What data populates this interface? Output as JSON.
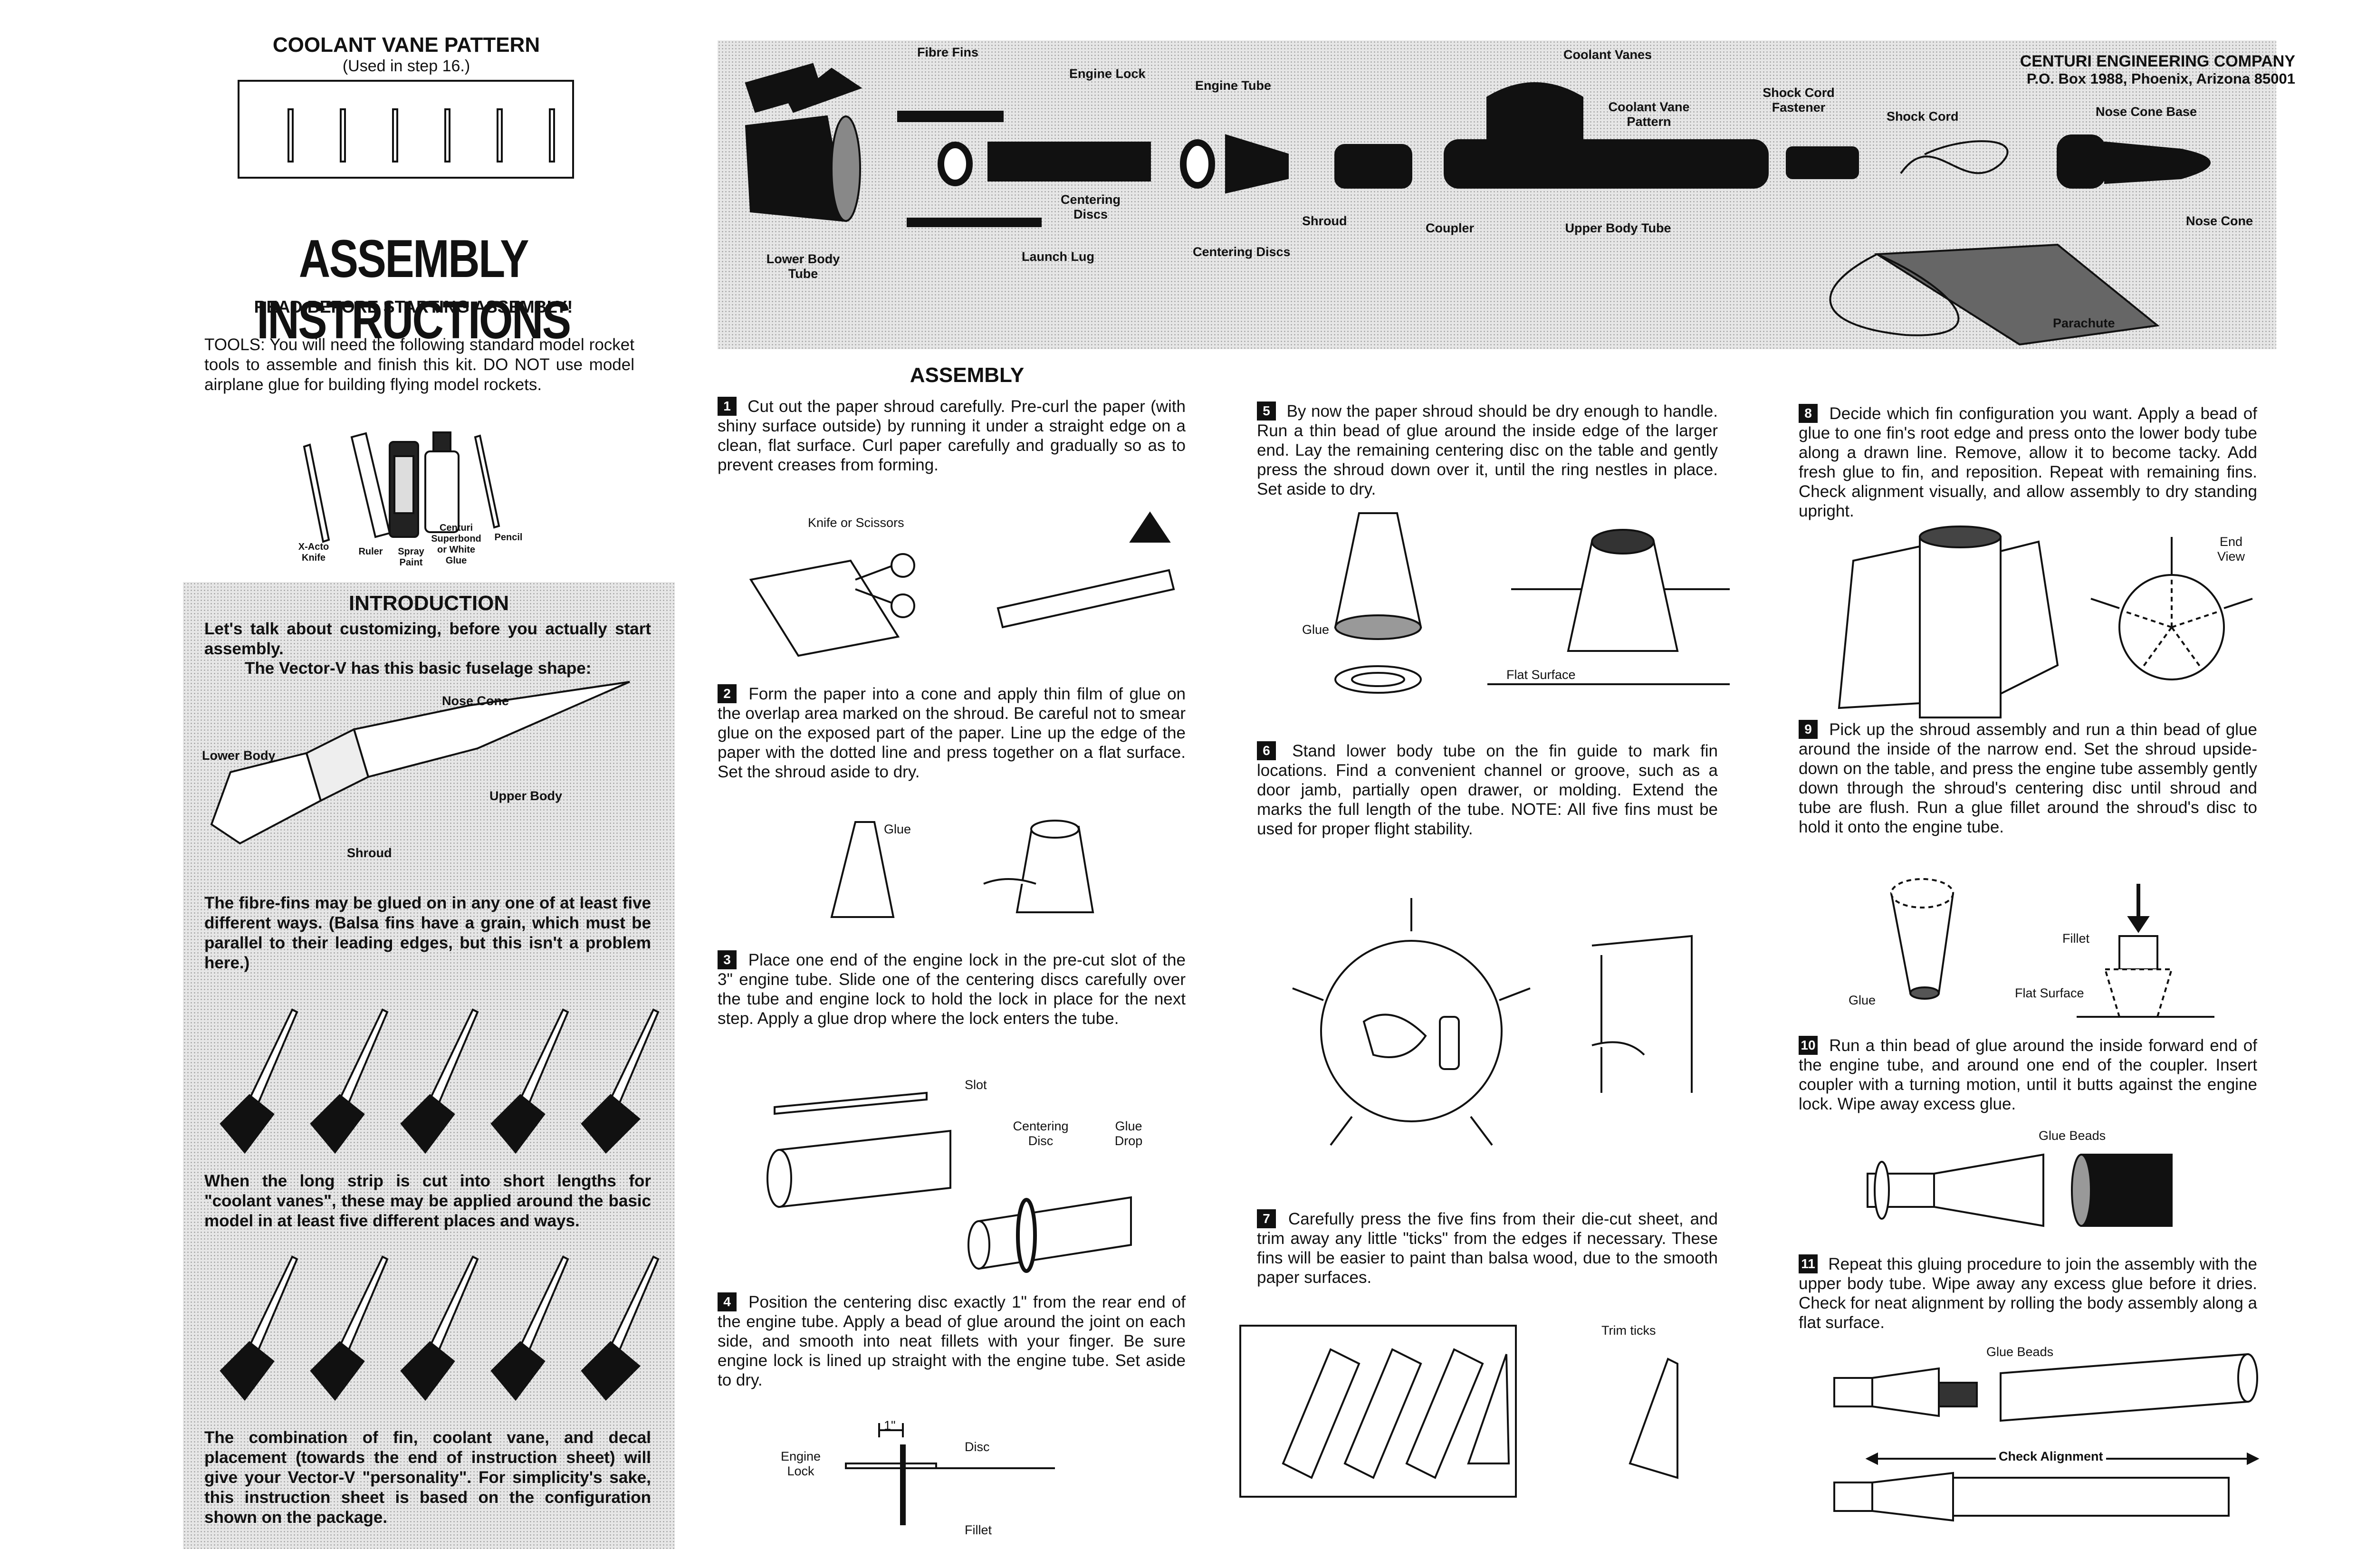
{
  "vane_pattern": {
    "title": "COOLANT VANE PATTERN",
    "subtitle": "(Used in step 16.)"
  },
  "header": {
    "title": "ASSEMBLY INSTRUCTIONS",
    "subtitle": "READ BEFORE STARTING ASSEMBLY!"
  },
  "tools": {
    "text": "TOOLS:  You will need the following standard model rocket tools to assemble and finish this kit. DO NOT use model airplane glue for building flying model rockets.",
    "labels": {
      "knife": "X-Acto Knife",
      "ruler": "Ruler",
      "spray": "Spray Paint",
      "glue": "Centuri Superbond or White Glue",
      "pencil": "Pencil"
    }
  },
  "introduction": {
    "title": "INTRODUCTION",
    "p1": "Let's talk about customizing, before you actually start assembly.",
    "p1b": "The Vector-V has this basic fuselage shape:",
    "fuselage_labels": {
      "nose": "Nose Cone",
      "lower": "Lower Body",
      "upper": "Upper Body",
      "shroud": "Shroud"
    },
    "p2": "The fibre-fins may be glued on in any one of at least five different ways.  (Balsa fins have a grain, which must be parallel to their leading edges, but this isn't a problem here.)",
    "p3": "When the long strip is cut into short lengths for \"coolant vanes\", these may be applied around the basic model in at least five different places and ways.",
    "p4": "The combination of fin, coolant vane, and decal placement (towards the end of instruction sheet) will give your Vector-V \"personality\". For simplicity's sake, this instruction sheet is based on the configuration shown on the package."
  },
  "company": {
    "name": "CENTURI ENGINEERING COMPANY",
    "address": "P.O. Box 1988, Phoenix, Arizona 85001"
  },
  "parts": {
    "fibre_fins": "Fibre Fins",
    "engine_lock": "Engine Lock",
    "engine_tube": "Engine Tube",
    "coolant_vanes": "Coolant Vanes",
    "coolant_vane_pattern": "Coolant Vane Pattern",
    "shock_cord_fastener": "Shock Cord Fastener",
    "shock_cord": "Shock Cord",
    "nose_cone_base": "Nose Cone Base",
    "nose_cone": "Nose Cone",
    "lower_body_tube": "Lower Body Tube",
    "centering_discs_1": "Centering Discs",
    "launch_lug": "Launch Lug",
    "centering_discs_2": "Centering Discs",
    "shroud": "Shroud",
    "coupler": "Coupler",
    "upper_body_tube": "Upper Body Tube",
    "parachute": "Parachute"
  },
  "assembly": {
    "title": "ASSEMBLY",
    "steps": [
      {
        "num": "1",
        "text": "Cut out the paper shroud carefully.  Pre-curl the paper (with shiny surface outside) by running it under a straight edge on a clean, flat surface.  Curl paper carefully and gradually so as to prevent creases from forming."
      },
      {
        "num": "2",
        "text": "Form the paper into a cone and apply thin film of glue on the overlap area marked on the shroud.  Be careful not to smear glue on the exposed part of the paper.  Line up the edge of the paper with the dotted line and press together on a flat surface.  Set the shroud aside to dry."
      },
      {
        "num": "3",
        "text": "Place one end of the engine lock in the pre-cut slot of the 3\" engine tube.  Slide one of the centering discs carefully over the tube and engine lock to hold the lock in place for the next step.  Apply a glue drop where the lock enters the tube."
      },
      {
        "num": "4",
        "text": "Position the centering disc exactly 1\" from the rear end of the engine tube.  Apply a bead of glue around the joint on each side, and smooth into neat fillets with your finger.  Be sure engine lock is lined up straight with the engine tube.  Set aside to dry."
      },
      {
        "num": "5",
        "text": "By now the paper shroud should be dry enough to handle.  Run a thin bead of glue around the inside edge of the larger end.  Lay the remaining centering disc on the table and gently press the shroud down over it, until the ring nestles in place.  Set aside to dry."
      },
      {
        "num": "6",
        "text": "Stand lower body tube on the fin guide to mark fin locations.  Find a convenient channel or groove, such as a door jamb, partially open drawer, or molding.  Extend the marks the full length of the tube.  NOTE: All five fins must be used for proper flight stability."
      },
      {
        "num": "7",
        "text": "Carefully press the five fins from their die-cut sheet, and trim away any little \"ticks\" from the edges if necessary.  These fins will be easier to paint than balsa wood, due to the smooth paper surfaces."
      },
      {
        "num": "8",
        "text": "Decide which fin configuration you want.  Apply a bead of glue to one fin's root edge and press onto the lower body tube along a drawn line.  Remove, allow it to become tacky.  Add fresh glue to fin, and reposition.  Repeat with remaining fins.  Check alignment visually, and allow assembly to dry standing upright."
      },
      {
        "num": "9",
        "text": "Pick up the shroud assembly and run a thin bead of glue around the inside of the narrow end.  Set the shroud upside-down on the table, and press the engine tube assembly gently down through the shroud's centering disc until shroud and tube are flush.  Run a glue fillet around the shroud's disc to hold it onto the engine tube."
      },
      {
        "num": "10",
        "text": "Run a thin bead of glue around the inside forward end of the engine tube, and around one end of the coupler. Insert coupler with a turning motion, until it butts against the engine lock.  Wipe away excess glue."
      },
      {
        "num": "11",
        "text": "Repeat this gluing procedure to join the assembly with the upper body tube.  Wipe away any excess glue before it dries.  Check for neat alignment by rolling the body assembly along a flat surface."
      }
    ]
  },
  "figure_labels": {
    "knife_scissors": "Knife or Scissors",
    "glue_2": "Glue",
    "slot": "Slot",
    "centering_disc": "Centering Disc",
    "glue_drop": "Glue Drop",
    "one_inch": "1\"",
    "disc": "Disc",
    "engine_lock": "Engine Lock",
    "fillet_4": "Fillet",
    "glue_5": "Glue",
    "flat_surface_5": "Flat Surface",
    "trim_ticks": "Trim ticks",
    "end_view": "End View",
    "fillet_9": "Fillet",
    "glue_9": "Glue",
    "flat_surface_9": "Flat Surface",
    "glue_beads_10": "Glue Beads",
    "glue_beads_11": "Glue Beads",
    "check_alignment": "Check Alignment"
  }
}
